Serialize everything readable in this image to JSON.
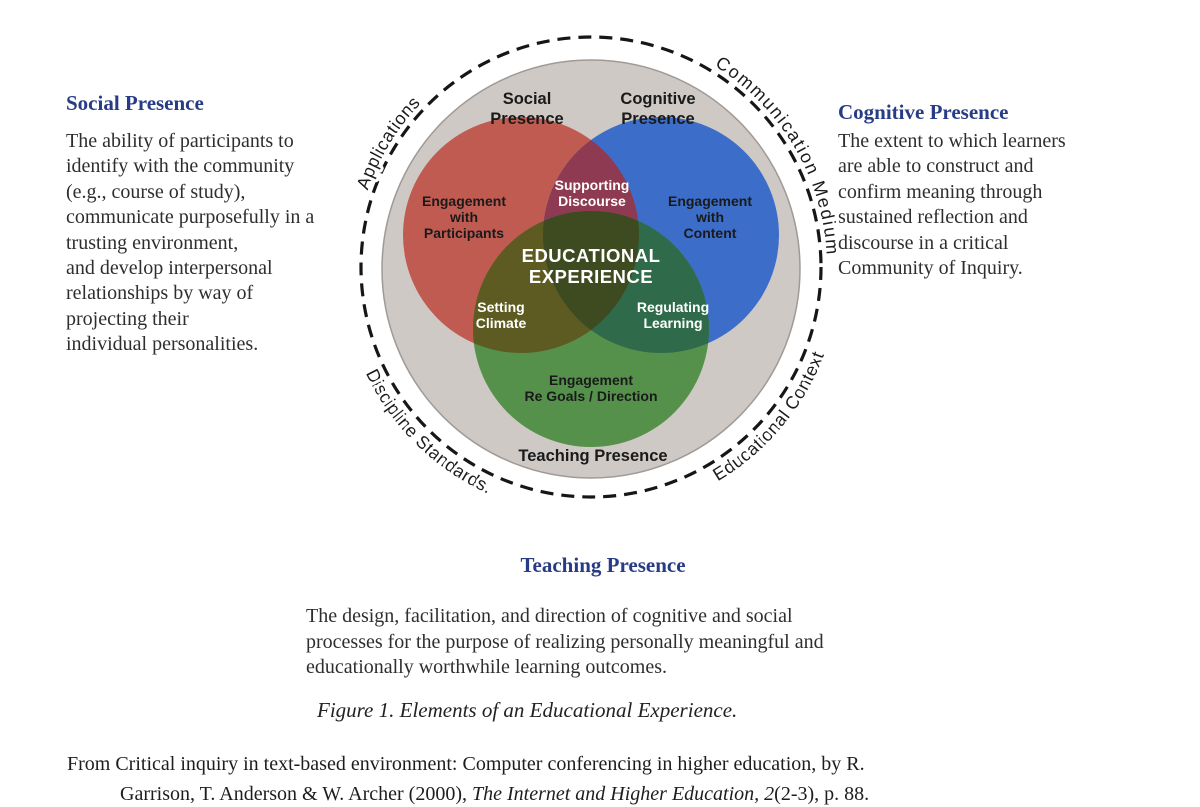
{
  "colors": {
    "heading_blue": "#283c86",
    "body_text": "#2e2e2e",
    "social_circle": "#c05b52",
    "cognitive_circle": "#3c6dc9",
    "teaching_circle": "#55914b",
    "social_cognitive_overlap": "#8e3a53",
    "social_teaching_overlap": "#5d5b21",
    "cognitive_teaching_overlap": "#2f6b4a",
    "center_overlap": "#3e4a1f",
    "context_ring_fill": "#cfc9c5",
    "context_ring_stroke": "#a09a96",
    "dashed_ring_stroke": "#161616"
  },
  "left_panel": {
    "heading": "Social Presence",
    "body": "The ability of participants to\nidentify with the community\n(e.g., course of study),\ncommunicate purposefully in a\ntrusting environment,\nand develop interpersonal\nrelationships by way of\nprojecting their\nindividual personalities."
  },
  "right_panel": {
    "heading": "Cognitive Presence",
    "body": "The extent to which learners\nare able to construct and\nconfirm meaning through\nsustained reflection and\ndiscourse in a critical\nCommunity of Inquiry."
  },
  "bottom_panel": {
    "heading": "Teaching Presence",
    "body": "The design, facilitation, and direction of cognitive and social\nprocesses for the purpose of realizing personally meaningful and\neducationally worthwhile learning outcomes."
  },
  "caption": "Figure 1. Elements of an Educational Experience.",
  "citation": {
    "line1": "From Critical inquiry in text-based environment: Computer conferencing in higher education, by R.",
    "line2_prefix": "Garrison, T. Anderson & W. Archer (2000), ",
    "line2_italic": "The Internet and Higher Education, 2",
    "line2_suffix": "(2-3), p. 88."
  },
  "diagram": {
    "ring_labels": {
      "applications": "Applications",
      "communication_medium": "Communication Medium",
      "discipline_standards": "Discipline Standards.",
      "educational_context": "Educational Context"
    },
    "circles": {
      "social_line1": "Social",
      "social_line2": "Presence",
      "cognitive_line1": "Cognitive",
      "cognitive_line2": "Presence",
      "teaching_label": "Teaching Presence"
    },
    "regions": {
      "social_only_line1": "Engagement",
      "social_only_line2": "with",
      "social_only_line3": "Participants",
      "cognitive_only_line1": "Engagement",
      "cognitive_only_line2": "with",
      "cognitive_only_line3": "Content",
      "teaching_only_line1": "Engagement",
      "teaching_only_line2": "Re Goals / Direction",
      "social_cognitive_line1": "Supporting",
      "social_cognitive_line2": "Discourse",
      "social_teaching_line1": "Setting",
      "social_teaching_line2": "Climate",
      "cognitive_teaching_line1": "Regulating",
      "cognitive_teaching_line2": "Learning",
      "center_line1": "EDUCATIONAL",
      "center_line2": "EXPERIENCE"
    }
  }
}
